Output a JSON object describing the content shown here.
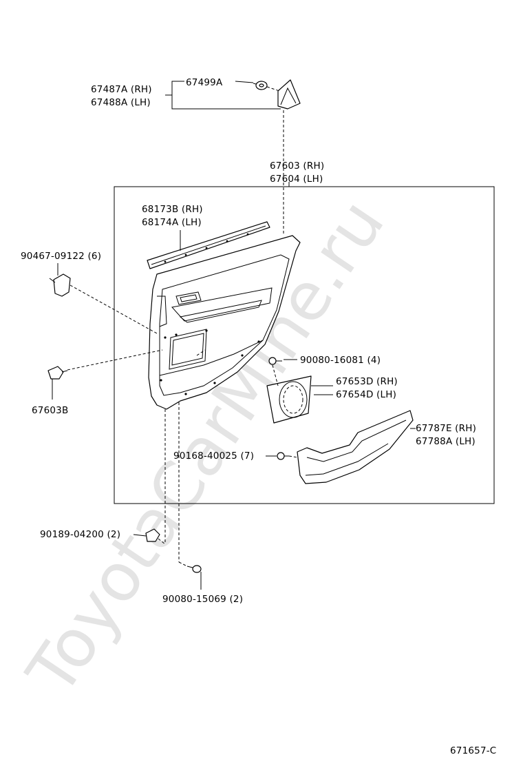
{
  "watermark": "ToyotaCarMine.ru",
  "callouts": {
    "c67487a": "67487A (RH)",
    "c67488a": "67488A (LH)",
    "c67499a": "67499A",
    "c67603": "67603 (RH)",
    "c67604": "67604 (LH)",
    "c68173b": "68173B (RH)",
    "c68174a": "68174A (LH)",
    "c90467": "90467-09122 (6)",
    "c67603b": "67603B",
    "c90080_16081": "90080-16081 (4)",
    "c67653d": "67653D (RH)",
    "c67654d": "67654D (LH)",
    "c67787e": "67787E (RH)",
    "c67788a": "67788A (LH)",
    "c90168": "90168-40025 (7)",
    "c90189": "90189-04200 (2)",
    "c90080_15069": "90080-15069 (2)"
  },
  "diagram_code": "671657-C"
}
